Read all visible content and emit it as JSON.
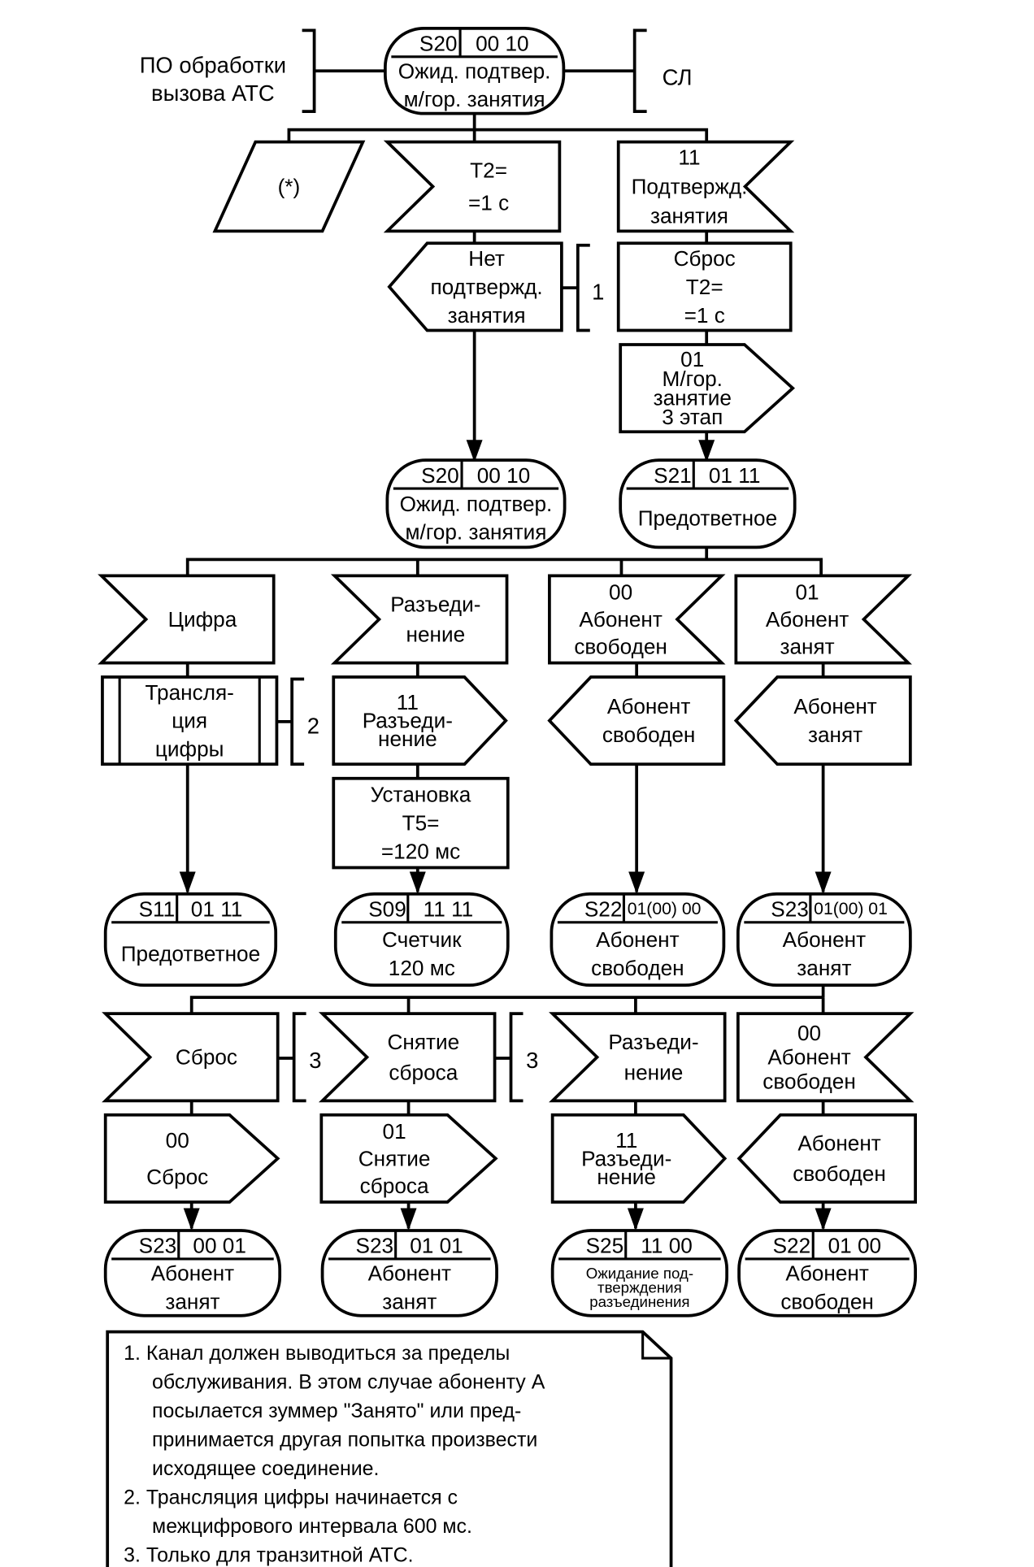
{
  "diagram": {
    "title": "SDL-диаграмма: состояние S20 «Ожидание подтверждения междугородного занятия»",
    "colors": {
      "stroke": "#000000",
      "background": "#ffffff"
    },
    "side_labels": {
      "left": [
        "ПО обработки",
        "вызова АТС"
      ],
      "right": [
        "СЛ"
      ]
    },
    "states": {
      "s20_top": {
        "id": "S20",
        "code": "00 10",
        "lines": [
          "Ожид. подтвер.",
          "м/гор. занятия"
        ]
      },
      "s20_mid": {
        "id": "S20",
        "code": "00 10",
        "lines": [
          "Ожид. подтвер.",
          "м/гор. занятия"
        ]
      },
      "s21": {
        "id": "S21",
        "code": "01 11",
        "lines": [
          "Предответное"
        ]
      },
      "s11": {
        "id": "S11",
        "code": "01 11",
        "lines": [
          "Предответное"
        ]
      },
      "s09": {
        "id": "S09",
        "code": "11 11",
        "lines": [
          "Счетчик",
          "120 мс"
        ]
      },
      "s22_a": {
        "id": "S22",
        "code": "01(00) 00",
        "lines": [
          "Абонент",
          "свободен"
        ]
      },
      "s23_a": {
        "id": "S23",
        "code": "01(00) 01",
        "lines": [
          "Абонент",
          "занят"
        ]
      },
      "s23_b": {
        "id": "S23",
        "code": "00 01",
        "lines": [
          "Абонент",
          "занят"
        ]
      },
      "s23_c": {
        "id": "S23",
        "code": "01 01",
        "lines": [
          "Абонент",
          "занят"
        ]
      },
      "s25": {
        "id": "S25",
        "code": "11 00",
        "lines": [
          "Ожидание под-",
          "тверждения",
          "разъединения"
        ]
      },
      "s22_b": {
        "id": "S22",
        "code": "01 00",
        "lines": [
          "Абонент",
          "свободен"
        ]
      }
    },
    "nodes": {
      "star": {
        "kind": "data",
        "lines": [
          "(*)"
        ]
      },
      "t2_timeout": {
        "kind": "input-left",
        "lines": [
          "T2=",
          "=1 с"
        ]
      },
      "confirm_in": {
        "kind": "input-right",
        "lines": [
          "11",
          "Подтвержд.",
          "занятия"
        ]
      },
      "no_confirm": {
        "kind": "output-left",
        "lines": [
          "Нет",
          "подтвержд.",
          "занятия"
        ]
      },
      "reset_t2": {
        "kind": "task",
        "lines": [
          "Сброс",
          "T2=",
          "=1 с"
        ]
      },
      "seize_out": {
        "kind": "output-right",
        "lines": [
          "01",
          "М/гор.",
          "занятие",
          "3 этап"
        ]
      },
      "digit_in": {
        "kind": "input-left",
        "lines": [
          "Цифра"
        ]
      },
      "disc_in_1": {
        "kind": "input-left",
        "lines": [
          "Разъеди-",
          "нение"
        ]
      },
      "free_in_1": {
        "kind": "input-right",
        "lines": [
          "00",
          "Абонент",
          "свободен"
        ]
      },
      "busy_in": {
        "kind": "input-right",
        "lines": [
          "01",
          "Абонент",
          "занят"
        ]
      },
      "digit_xlate": {
        "kind": "procedure",
        "lines": [
          "Трансля-",
          "ция",
          "цифры"
        ]
      },
      "disc_out_1": {
        "kind": "output-right",
        "lines": [
          "11",
          "Разъеди-",
          "нение"
        ]
      },
      "free_out_1": {
        "kind": "output-left",
        "lines": [
          "Абонент",
          "свободен"
        ]
      },
      "busy_out": {
        "kind": "output-left",
        "lines": [
          "Абонент",
          "занят"
        ]
      },
      "set_t5": {
        "kind": "task",
        "lines": [
          "Установка",
          "T5=",
          "=120 мс"
        ]
      },
      "reset_in": {
        "kind": "input-left",
        "lines": [
          "Сброс"
        ]
      },
      "unreset_in": {
        "kind": "input-left",
        "lines": [
          "Снятие",
          "сброса"
        ]
      },
      "disc_in_2": {
        "kind": "input-left",
        "lines": [
          "Разъеди-",
          "нение"
        ]
      },
      "free_in_2": {
        "kind": "input-right",
        "lines": [
          "00",
          "Абонент",
          "свободен"
        ]
      },
      "reset_out": {
        "kind": "output-right",
        "lines": [
          "00",
          "Сброс"
        ]
      },
      "unreset_out": {
        "kind": "output-right",
        "lines": [
          "01",
          "Снятие",
          "сброса"
        ]
      },
      "disc_out_2": {
        "kind": "output-right",
        "lines": [
          "11",
          "Разъеди-",
          "нение"
        ]
      },
      "free_out_2": {
        "kind": "output-left",
        "lines": [
          "Абонент",
          "свободен"
        ]
      }
    },
    "footnote_marks": {
      "m1": "1",
      "m2": "2",
      "m3a": "3",
      "m3b": "3"
    },
    "notes": {
      "lines": [
        "1. Канал должен выводиться за пределы",
        "обслуживания.  В  этом  случае абоненту А",
        "посылается зуммер \"Занято\"  или пред-",
        "принимается  другая  попытка  произвести",
        "исходящее соединение.",
        "2. Трансляция цифры начинается с",
        "межцифрового интервала 600 мс.",
        "3. Только для транзитной АТС."
      ]
    }
  }
}
